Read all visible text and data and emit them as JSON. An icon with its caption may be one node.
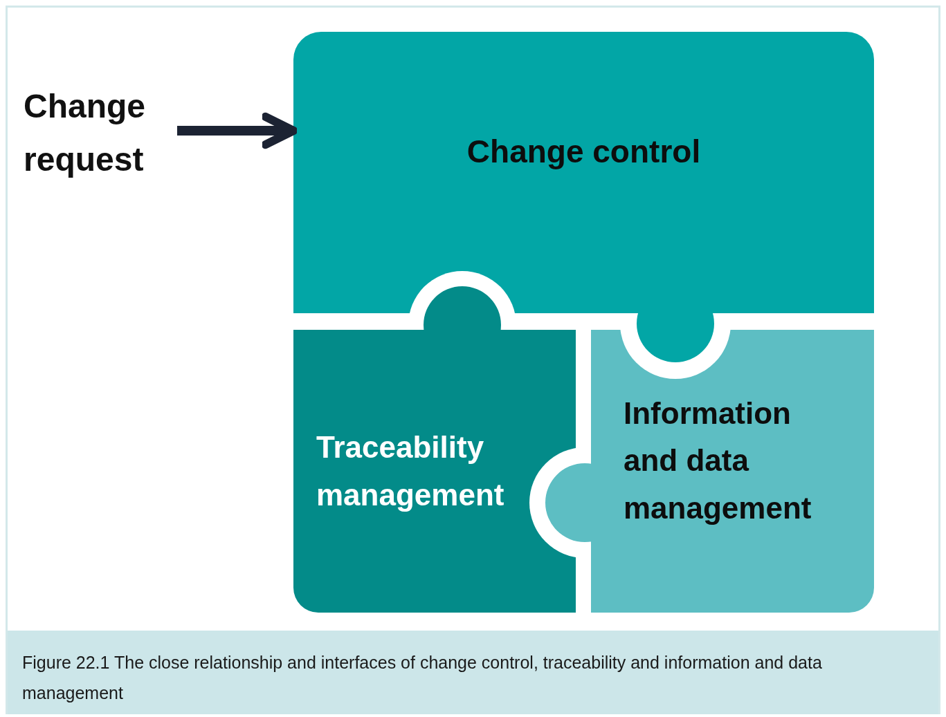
{
  "diagram": {
    "caption": "Figure 22.1 The close relationship and interfaces of change control, traceability and information and data management",
    "nodes": [
      {
        "text": [
          "Change request"
        ]
      },
      {
        "text": [
          "Change control"
        ]
      },
      {
        "text": [
          "Traceability management"
        ]
      },
      {
        "text": [
          "Information and data management"
        ]
      }
    ],
    "edges": [
      {
        "from": 0,
        "to": 1,
        "arrow": "to"
      }
    ]
  }
}
